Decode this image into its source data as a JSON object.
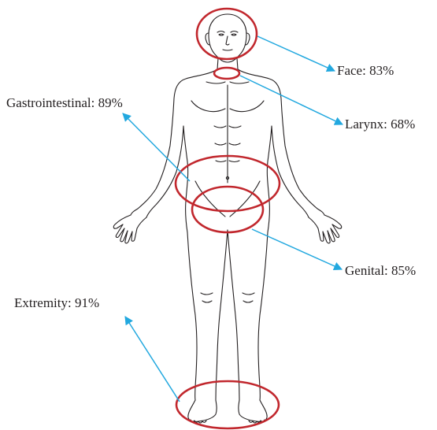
{
  "labels": {
    "face": "Face: 83%",
    "larynx": "Larynx: 68%",
    "gastrointestinal": "Gastrointestinal: 89%",
    "genital": "Genital: 85%",
    "extremity": "Extremity: 91%"
  },
  "colors": {
    "ring": "#c1272d",
    "arrow": "#22a8df",
    "outline": "#231f20",
    "text": "#231f20"
  }
}
